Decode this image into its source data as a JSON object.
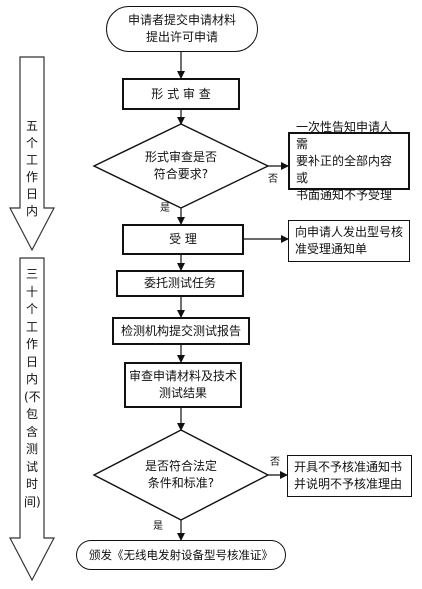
{
  "flow": {
    "start": "申请者提交申请材料\n提出许可申请",
    "form_review": "形 式 审 查",
    "decision_1": "形式审查是否\n符合要求?",
    "reject_1": "一次性告知申请人需\n要补正的全部内容或\n书面通知不予受理",
    "accept": "受  理",
    "accept_notice": "向申请人发出型号核\n准受理通知单",
    "commission": "委托测试任务",
    "test_report": "检测机构提交测试报告",
    "review_tech": "审查申请材料及技术\n测试结果",
    "decision_2": "是否符合法定\n条件和标准?",
    "reject_2": "开具不予核准通知书\n并说明不予核准理由",
    "issue": "颁发《无线电发射设备型号核准证》"
  },
  "labels": {
    "no_1": "否",
    "yes_1": "是",
    "no_2": "否",
    "yes_2": "是"
  },
  "timeline": {
    "phase_1": "五个工作日内",
    "phase_2": "三十个工作日内(不包含测试时间)"
  }
}
